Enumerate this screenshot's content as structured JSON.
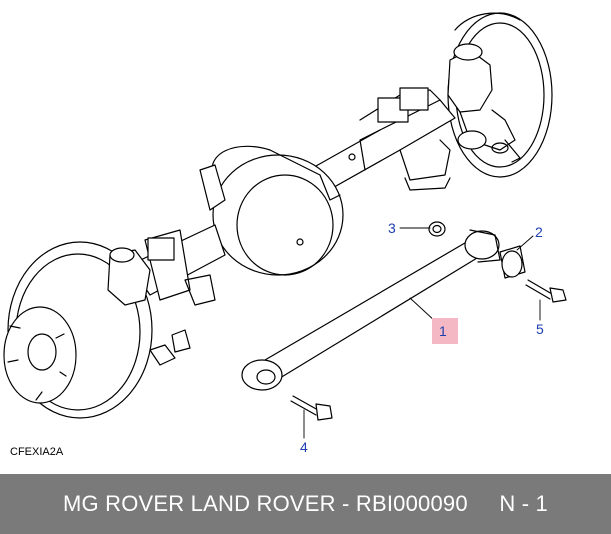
{
  "diagram": {
    "code": "CFEXIA2A",
    "callouts": [
      {
        "id": "1",
        "label": "1"
      },
      {
        "id": "2",
        "label": "2"
      },
      {
        "id": "3",
        "label": "3"
      },
      {
        "id": "4",
        "label": "4"
      },
      {
        "id": "5",
        "label": "5"
      }
    ],
    "highlight_color": "#f4b8c4",
    "callout_color": "#1f3fae"
  },
  "footer": {
    "text": "MG ROVER LAND ROVER - RBI000090     N - 1",
    "background": "#7a7a7a"
  }
}
